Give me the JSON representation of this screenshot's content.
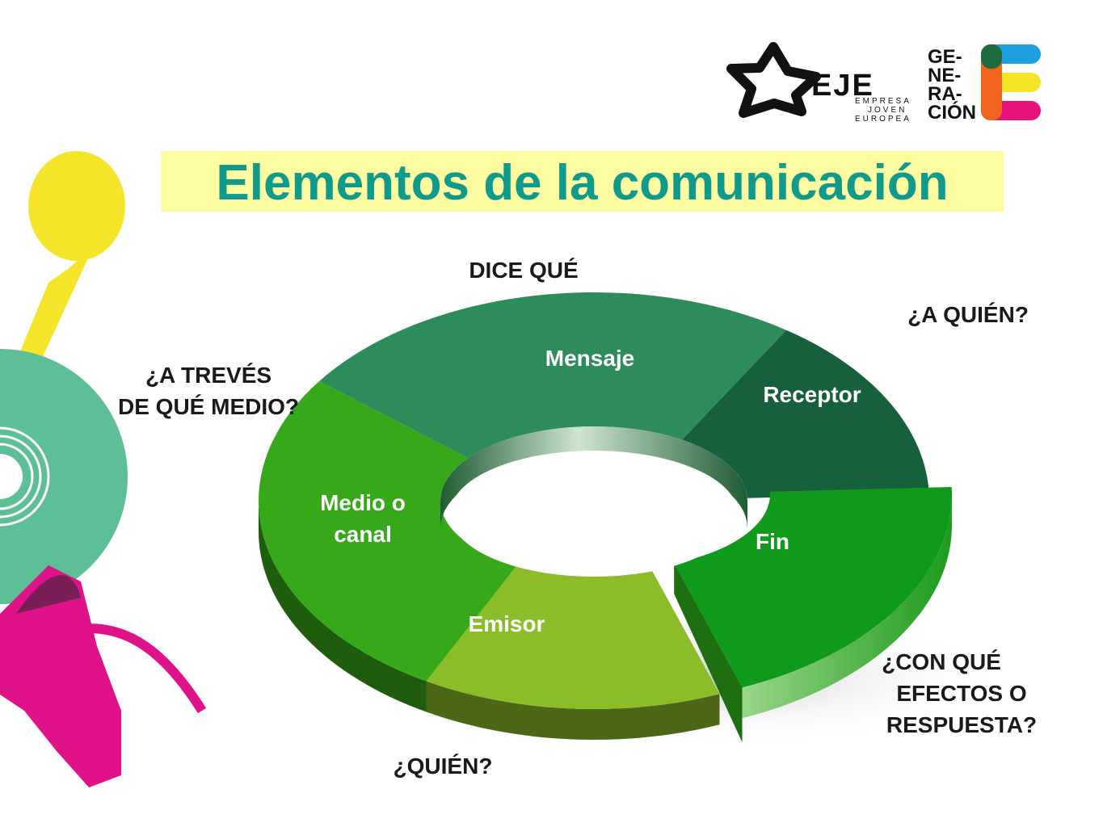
{
  "title": "Elementos de la comunicación",
  "logos": {
    "eje": {
      "wordmark": "EJE",
      "sub_lines": [
        "EMPRESA",
        "JOVEN",
        "EUROPEA"
      ]
    },
    "generacion": {
      "lines": [
        "GE-",
        "NE-",
        "RA-",
        "CIÓN"
      ]
    }
  },
  "segments": [
    {
      "label_lines": [
        "Mensaje"
      ],
      "color": "#2e8b5a"
    },
    {
      "label_lines": [
        "Receptor"
      ],
      "color": "#17603c"
    },
    {
      "label_lines": [
        "Fin"
      ],
      "color": "#0f9a1c"
    },
    {
      "label_lines": [
        "Emisor"
      ],
      "color": "#8abd28"
    },
    {
      "label_lines": [
        "Medio o",
        "canal"
      ],
      "color": "#37a819"
    }
  ],
  "questions": {
    "mensaje": [
      "DICE QUÉ"
    ],
    "receptor": [
      "¿A QUIÉN?"
    ],
    "medio": [
      "¿A TREVÉS",
      "DE QUÉ MEDIO?"
    ],
    "fin": [
      "¿CON QUÉ",
      "EFECTOS O",
      "RESPUESTA?"
    ],
    "emisor": [
      "¿QUIÉN?"
    ]
  },
  "colors": {
    "title_text": "#0f9a8c",
    "title_band": "#fdfca0",
    "deco_yellow": "#f5e52a",
    "deco_teal": "#5cbf98",
    "deco_magenta": "#e0128a",
    "logo_blue": "#1ea0e0",
    "logo_yellow": "#f5e52a",
    "logo_orange": "#f0641e",
    "logo_pink": "#e6147a",
    "logo_dark": "#1d6b3e"
  }
}
